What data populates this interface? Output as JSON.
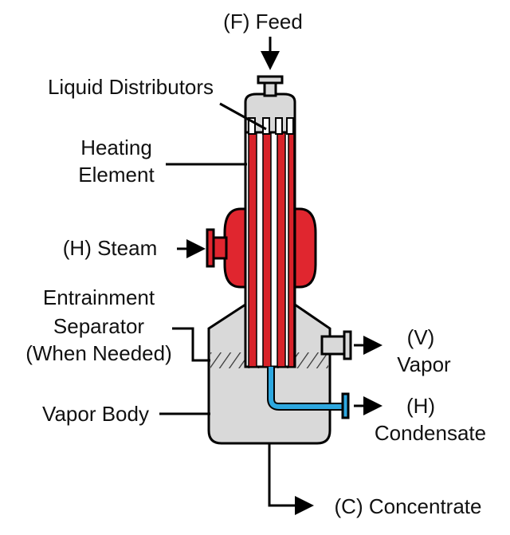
{
  "labels": {
    "feed": "(F) Feed",
    "liquid_distributors": "Liquid Distributors",
    "heating_element_line1": "Heating",
    "heating_element_line2": "Element",
    "steam": "(H) Steam",
    "entrainment_line1": "Entrainment",
    "entrainment_line2": "Separator",
    "entrainment_line3": "(When Needed)",
    "vapor_body": "Vapor Body",
    "vapor_line1": "(V)",
    "vapor_line2": "Vapor",
    "condensate_line1": "(H)",
    "condensate_line2": "Condensate",
    "concentrate": "(C) Concentrate"
  },
  "colors": {
    "body_fill": "#d9d9d9",
    "steam_red": "#e0262f",
    "tube_red": "#d8232a",
    "condensate_blue": "#2ea8e0",
    "outline": "#000000",
    "background": "#ffffff"
  }
}
